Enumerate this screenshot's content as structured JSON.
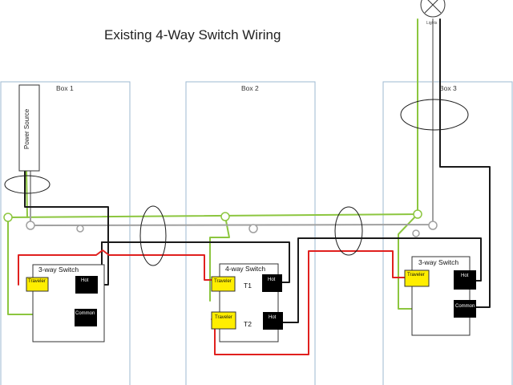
{
  "title": "Existing 4-Way Switch Wiring",
  "boxes": [
    {
      "label": "Box 1"
    },
    {
      "label": "Box 2"
    },
    {
      "label": "Box 3"
    }
  ],
  "power_source": {
    "label": "Power Source"
  },
  "lights": {
    "label": "Lights"
  },
  "switches": {
    "left": {
      "label": "3-way Switch",
      "traveler": "Traveler",
      "hot": "Hot",
      "common": "Common"
    },
    "middle": {
      "label": "4-way Switch",
      "traveler1": "Traveler",
      "traveler2": "Traveler",
      "hot1": "Hot",
      "hot2": "Hot",
      "t1": "T1",
      "t2": "T2"
    },
    "right": {
      "label": "3-way Switch",
      "traveler": "Traveler",
      "hot": "Hot",
      "common": "Common"
    }
  },
  "colors": {
    "box_border": "#9db8d2",
    "wire_black": "#1a1a1a",
    "wire_red": "#e0201e",
    "wire_green": "#8cc63f",
    "wire_gray": "#a0a0a0",
    "traveler_fill": "#ffee00",
    "terminal_black": "#000000"
  }
}
